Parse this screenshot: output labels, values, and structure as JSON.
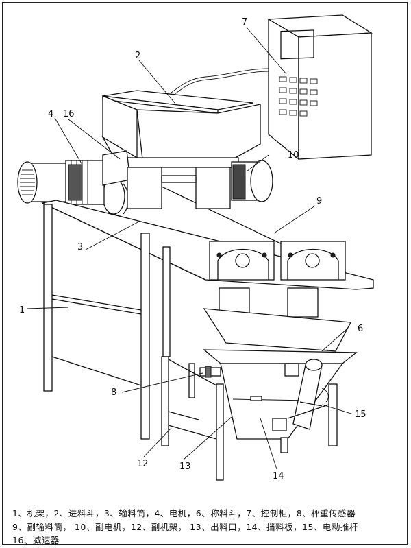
{
  "labels": {
    "n1": "1",
    "n2": "2",
    "n3": "3",
    "n4": "4",
    "n6": "6",
    "n7": "7",
    "n8": "8",
    "n9": "9",
    "n10": "10",
    "n12": "12",
    "n13": "13",
    "n14": "14",
    "n15": "15",
    "n16": "16"
  },
  "caption": {
    "line1": "1、机架，2、进料斗，3、输料筒，4、电机，6、称料斗，7、控制柜，8、秤重传感器",
    "line2": "9、副输料筒，  10、副电机，12、副机架，  13、出料口，14、挡料板，15、电动推杆",
    "line3": "16、减速器"
  }
}
